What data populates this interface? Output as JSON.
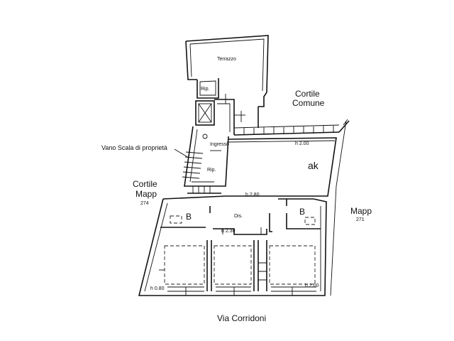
{
  "labels": {
    "terrazzo": "Terrazzo",
    "rip_top": "Rip.",
    "cortile_comune_1": "Cortile",
    "cortile_comune_2": "Comune",
    "vano_scala": "Vano Scala di proprietà",
    "ingresso": "Ingresso",
    "rip_stair": "Rip.",
    "h_200_top": "h 2.00",
    "ak": "ak",
    "cortile_mapp_1": "Cortile",
    "cortile_mapp_2": "Mapp",
    "mapp_274": "274",
    "h_280": "h 2.80",
    "b_left": "B",
    "dis": "Dis.",
    "b_right": "B",
    "mapp_right": "Mapp",
    "mapp_271": "271",
    "h_230": "h 2.30",
    "h_080": "h 0.80",
    "h_200_bottom": "h 2.00",
    "street": "Via Corridoni"
  }
}
